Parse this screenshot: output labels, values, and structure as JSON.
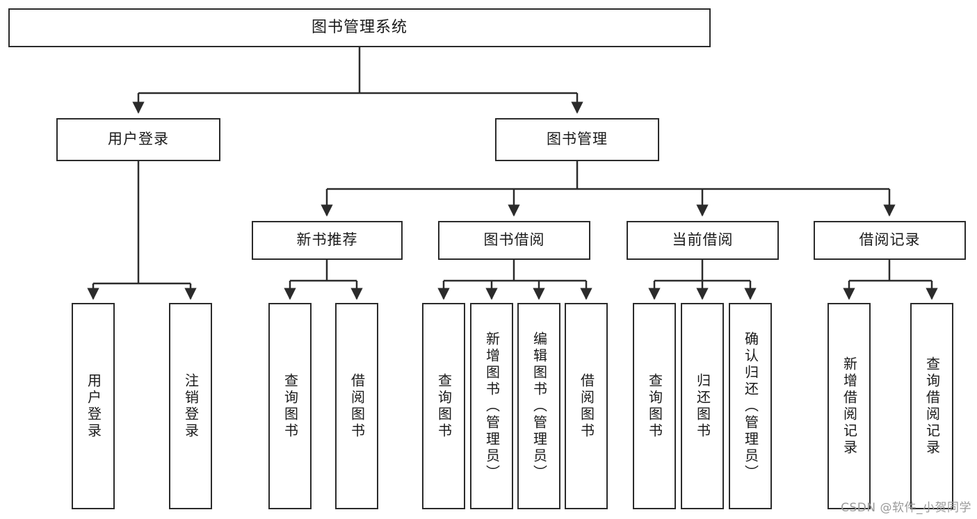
{
  "diagram": {
    "title": "图书管理系统",
    "type": "tree-hierarchy",
    "root": {
      "label": "图书管理系统"
    },
    "level2": [
      {
        "label": "用户登录"
      },
      {
        "label": "图书管理"
      }
    ],
    "level3": [
      {
        "label": "新书推荐"
      },
      {
        "label": "图书借阅"
      },
      {
        "label": "当前借阅"
      },
      {
        "label": "借阅记录"
      }
    ],
    "leaves_user_login": [
      {
        "label": "用户登录"
      },
      {
        "label": "注销登录"
      }
    ],
    "leaves_new_book": [
      {
        "label": "查询图书"
      },
      {
        "label": "借阅图书"
      }
    ],
    "leaves_borrow": [
      {
        "label": "查询图书"
      },
      {
        "label": "新增图书（管理员）"
      },
      {
        "label": "编辑图书（管理员）"
      },
      {
        "label": "借阅图书"
      }
    ],
    "leaves_current": [
      {
        "label": "查询图书"
      },
      {
        "label": "归还图书"
      },
      {
        "label": "确认归还（管理员）"
      }
    ],
    "leaves_records": [
      {
        "label": "新增借阅记录"
      },
      {
        "label": "查询借阅记录"
      }
    ]
  },
  "watermark": {
    "text": "CSDN @软件_小贺同学"
  },
  "colors": {
    "stroke": "#2b2b2b",
    "background": "#ffffff",
    "text": "#1a1a1a",
    "watermark": "#9a9a9a"
  }
}
